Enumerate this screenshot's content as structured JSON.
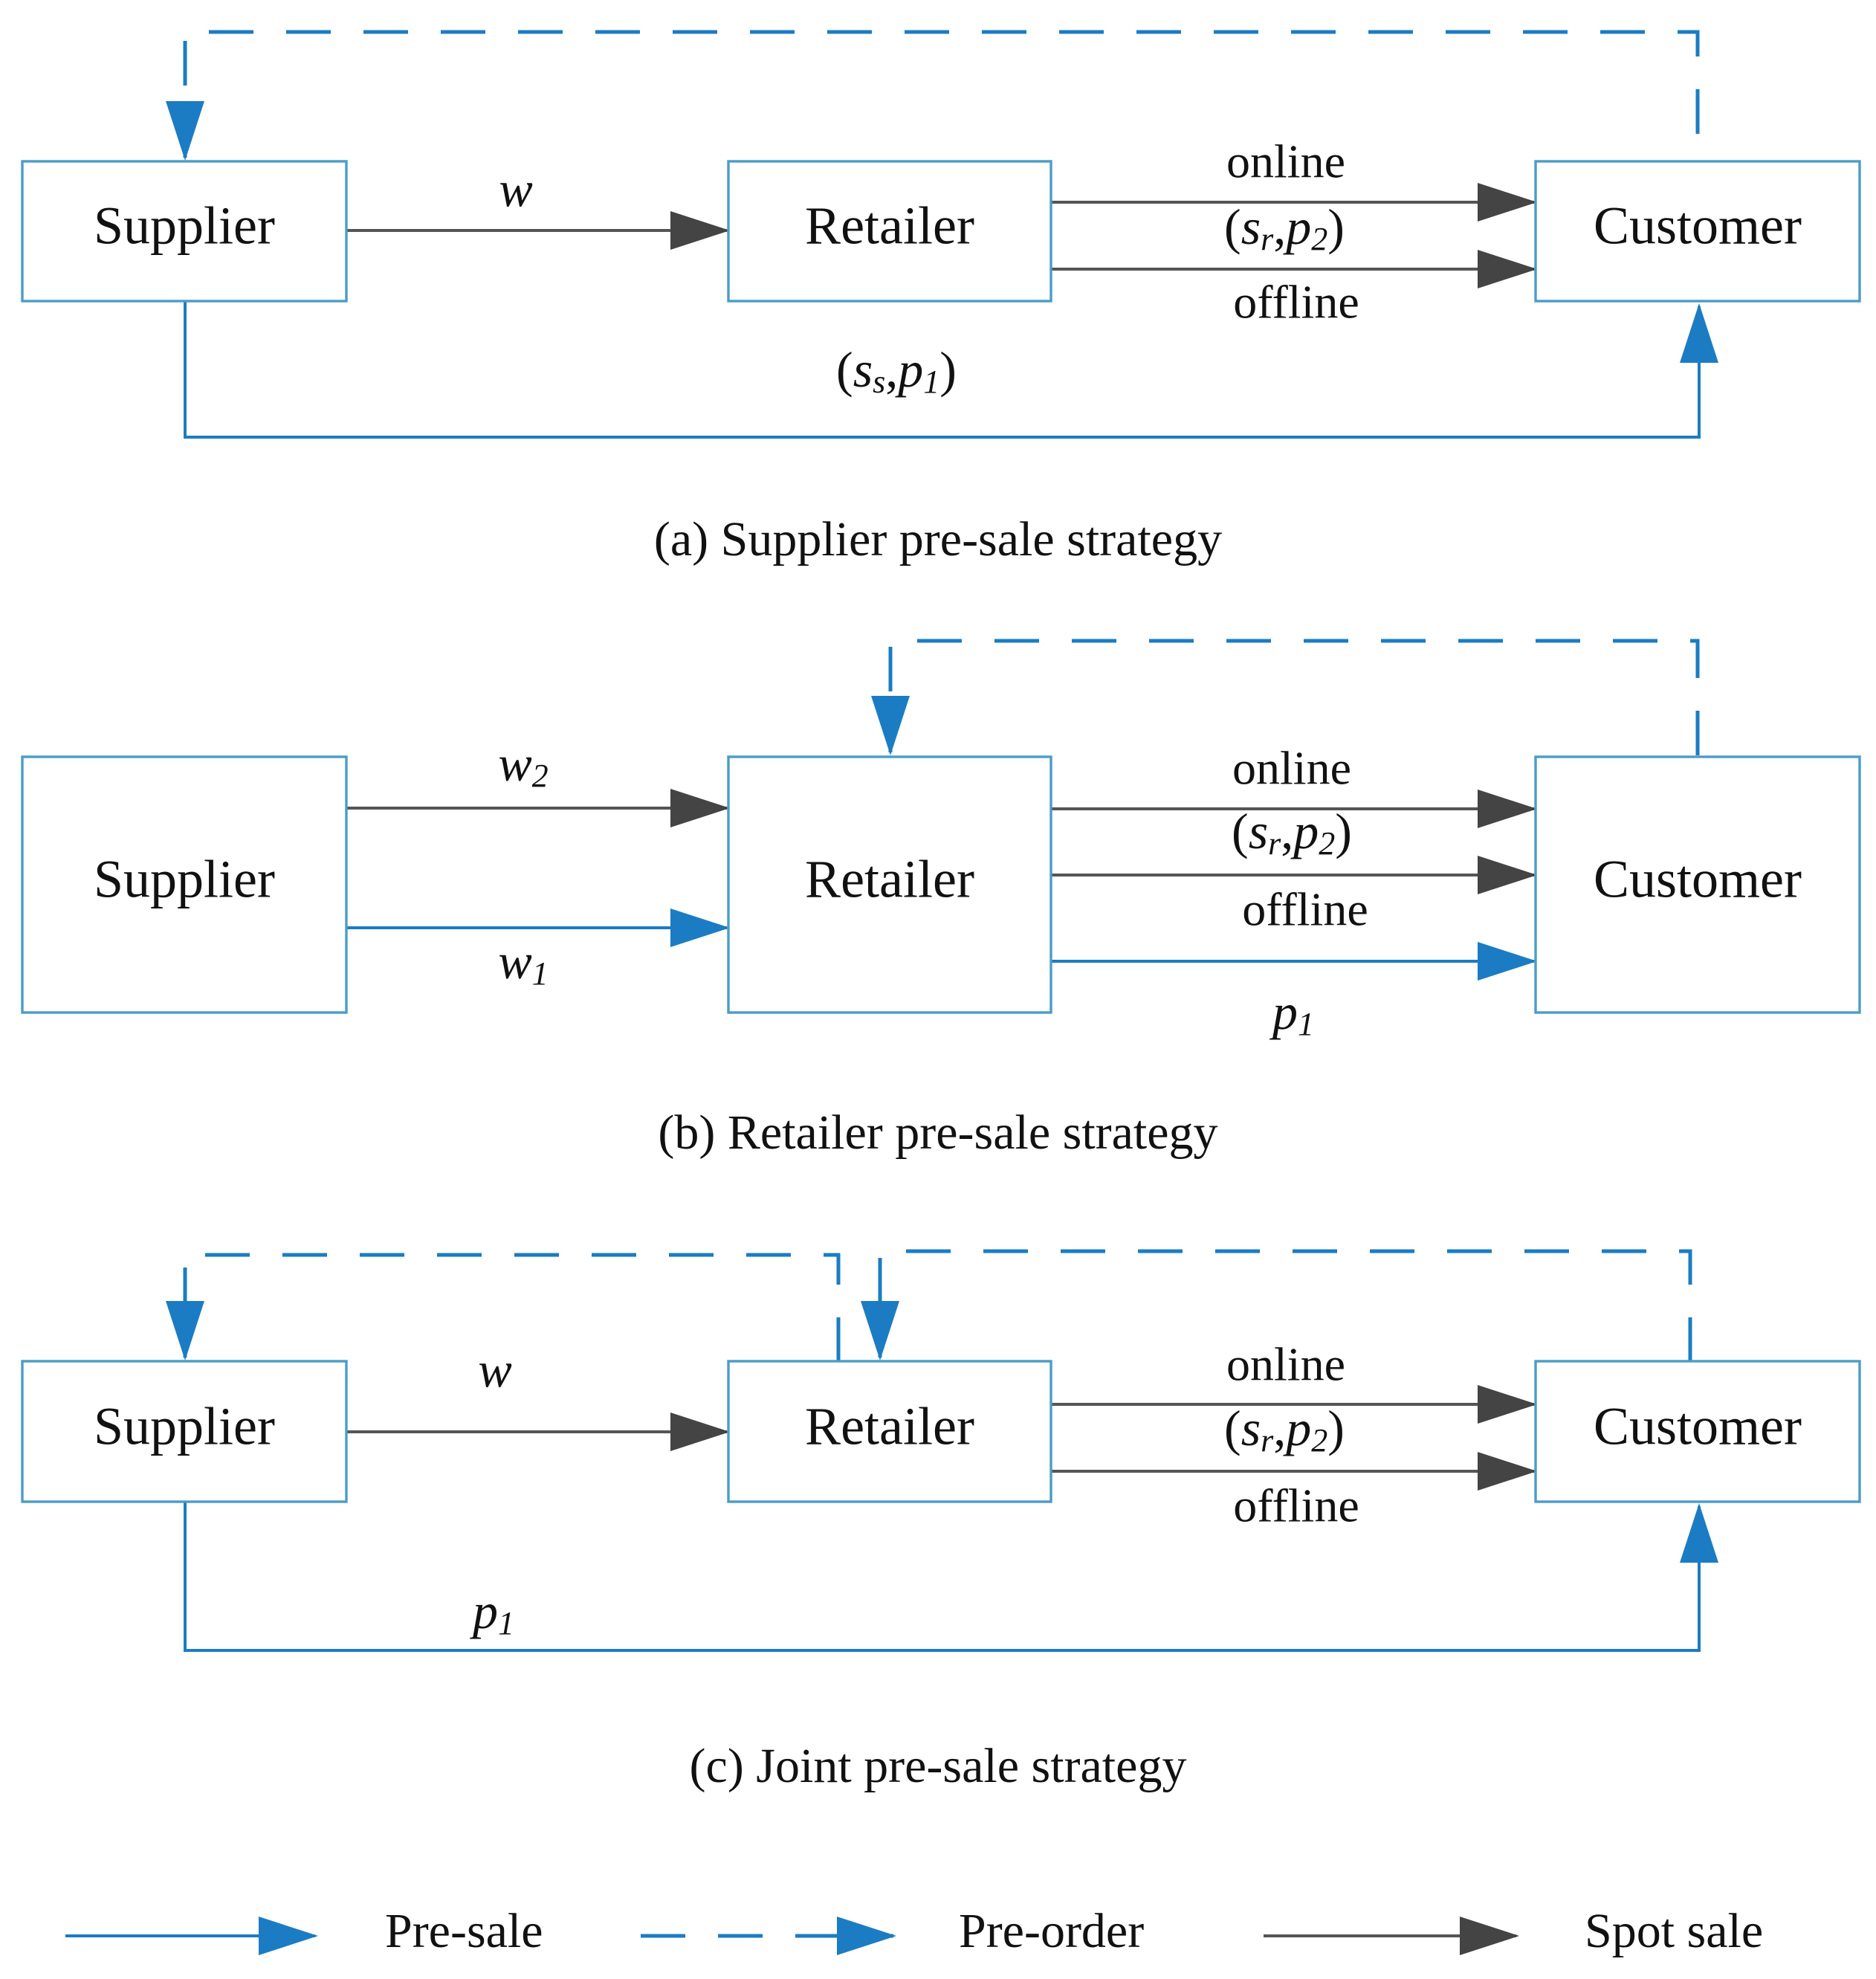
{
  "colors": {
    "presale": "#1b7cc4",
    "spot_sale": "#444444",
    "box_border": "#4a9cc9"
  },
  "nodes": {
    "supplier": "Supplier",
    "retailer": "Retailer",
    "customer": "Customer"
  },
  "flow_labels": {
    "online": "online",
    "offline": "offline"
  },
  "panel_a": {
    "caption": "(a) Supplier pre-sale strategy",
    "w": "w",
    "retail_prices": {
      "s": "s",
      "sub": "r",
      "p": "p",
      "psub": "2"
    },
    "supplier_prices": {
      "s": "s",
      "sub": "s",
      "p": "p",
      "psub": "1"
    }
  },
  "panel_b": {
    "caption": "(b) Retailer pre-sale strategy",
    "w2": {
      "w": "w",
      "sub": "2"
    },
    "w1": {
      "w": "w",
      "sub": "1"
    },
    "retail_prices": {
      "s": "s",
      "sub": "r",
      "p": "p",
      "psub": "2"
    },
    "p1": {
      "p": "p",
      "sub": "1"
    }
  },
  "panel_c": {
    "caption": "(c) Joint pre-sale strategy",
    "w": "w",
    "retail_prices": {
      "s": "s",
      "sub": "r",
      "p": "p",
      "psub": "2"
    },
    "p1": {
      "p": "p",
      "sub": "1"
    }
  },
  "legend": {
    "presale": "Pre-sale",
    "preorder": "Pre-order",
    "spot_sale": "Spot sale"
  }
}
